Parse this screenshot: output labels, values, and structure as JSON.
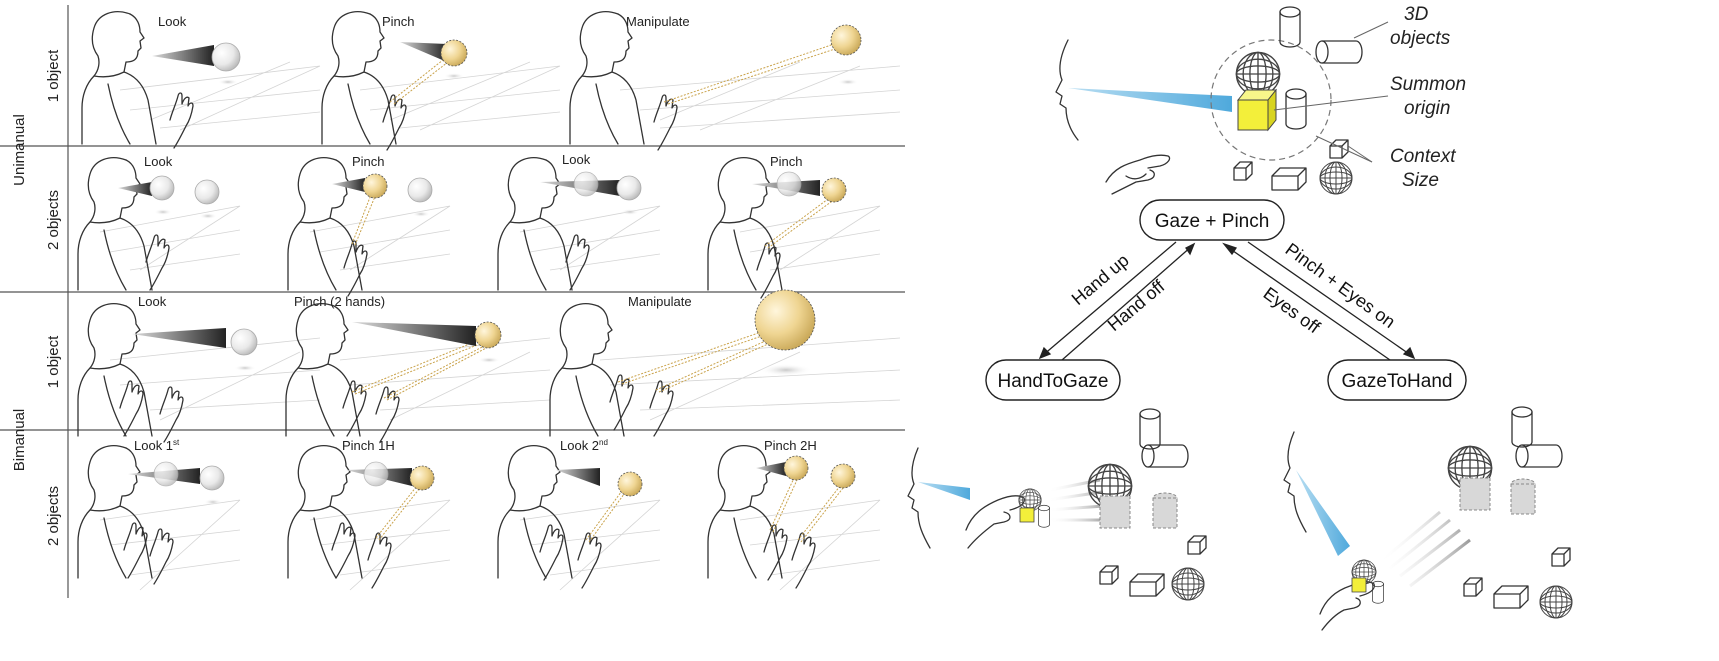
{
  "left_panel": {
    "groups": [
      {
        "label": "Unimanual"
      },
      {
        "label": "Bimanual"
      }
    ],
    "rows": [
      {
        "label": "1 object",
        "panels": [
          {
            "label": "Look"
          },
          {
            "label": "Pinch"
          },
          {
            "label": "Manipulate"
          }
        ]
      },
      {
        "label": "2 objects",
        "panels": [
          {
            "label": "Look"
          },
          {
            "label": "Pinch"
          },
          {
            "label": "Look"
          },
          {
            "label": "Pinch"
          }
        ]
      },
      {
        "label": "1 object",
        "panels": [
          {
            "label": "Look"
          },
          {
            "label": "Pinch (2 hands)"
          },
          {
            "label": "Manipulate"
          }
        ]
      },
      {
        "label": "2 objects",
        "panels": [
          {
            "label": "Look 1",
            "sup": "st"
          },
          {
            "label": "Pinch 1H",
            "sup": ""
          },
          {
            "label": "Look 2",
            "sup": "nd"
          },
          {
            "label": "Pinch 2H",
            "sup": ""
          }
        ]
      }
    ]
  },
  "right_panel": {
    "annotations": {
      "objects_3d": [
        "3D",
        "objects"
      ],
      "summon_origin": [
        "Summon",
        "origin"
      ],
      "context_size": [
        "Context",
        "Size"
      ]
    },
    "states": {
      "center": "Gaze + Pinch",
      "left": "HandToGaze",
      "right": "GazeToHand"
    },
    "transitions": {
      "hand_up": "Hand up",
      "hand_off": "Hand off",
      "pinch_eyes_on": "Pinch + Eyes on",
      "eyes_off": "Eyes off"
    }
  },
  "colors": {
    "gold_sphere": "#efd592",
    "selected_cube": "#f3ef3a",
    "gaze_ray": "#7ec3e6",
    "gray_sphere": "#ececec"
  }
}
